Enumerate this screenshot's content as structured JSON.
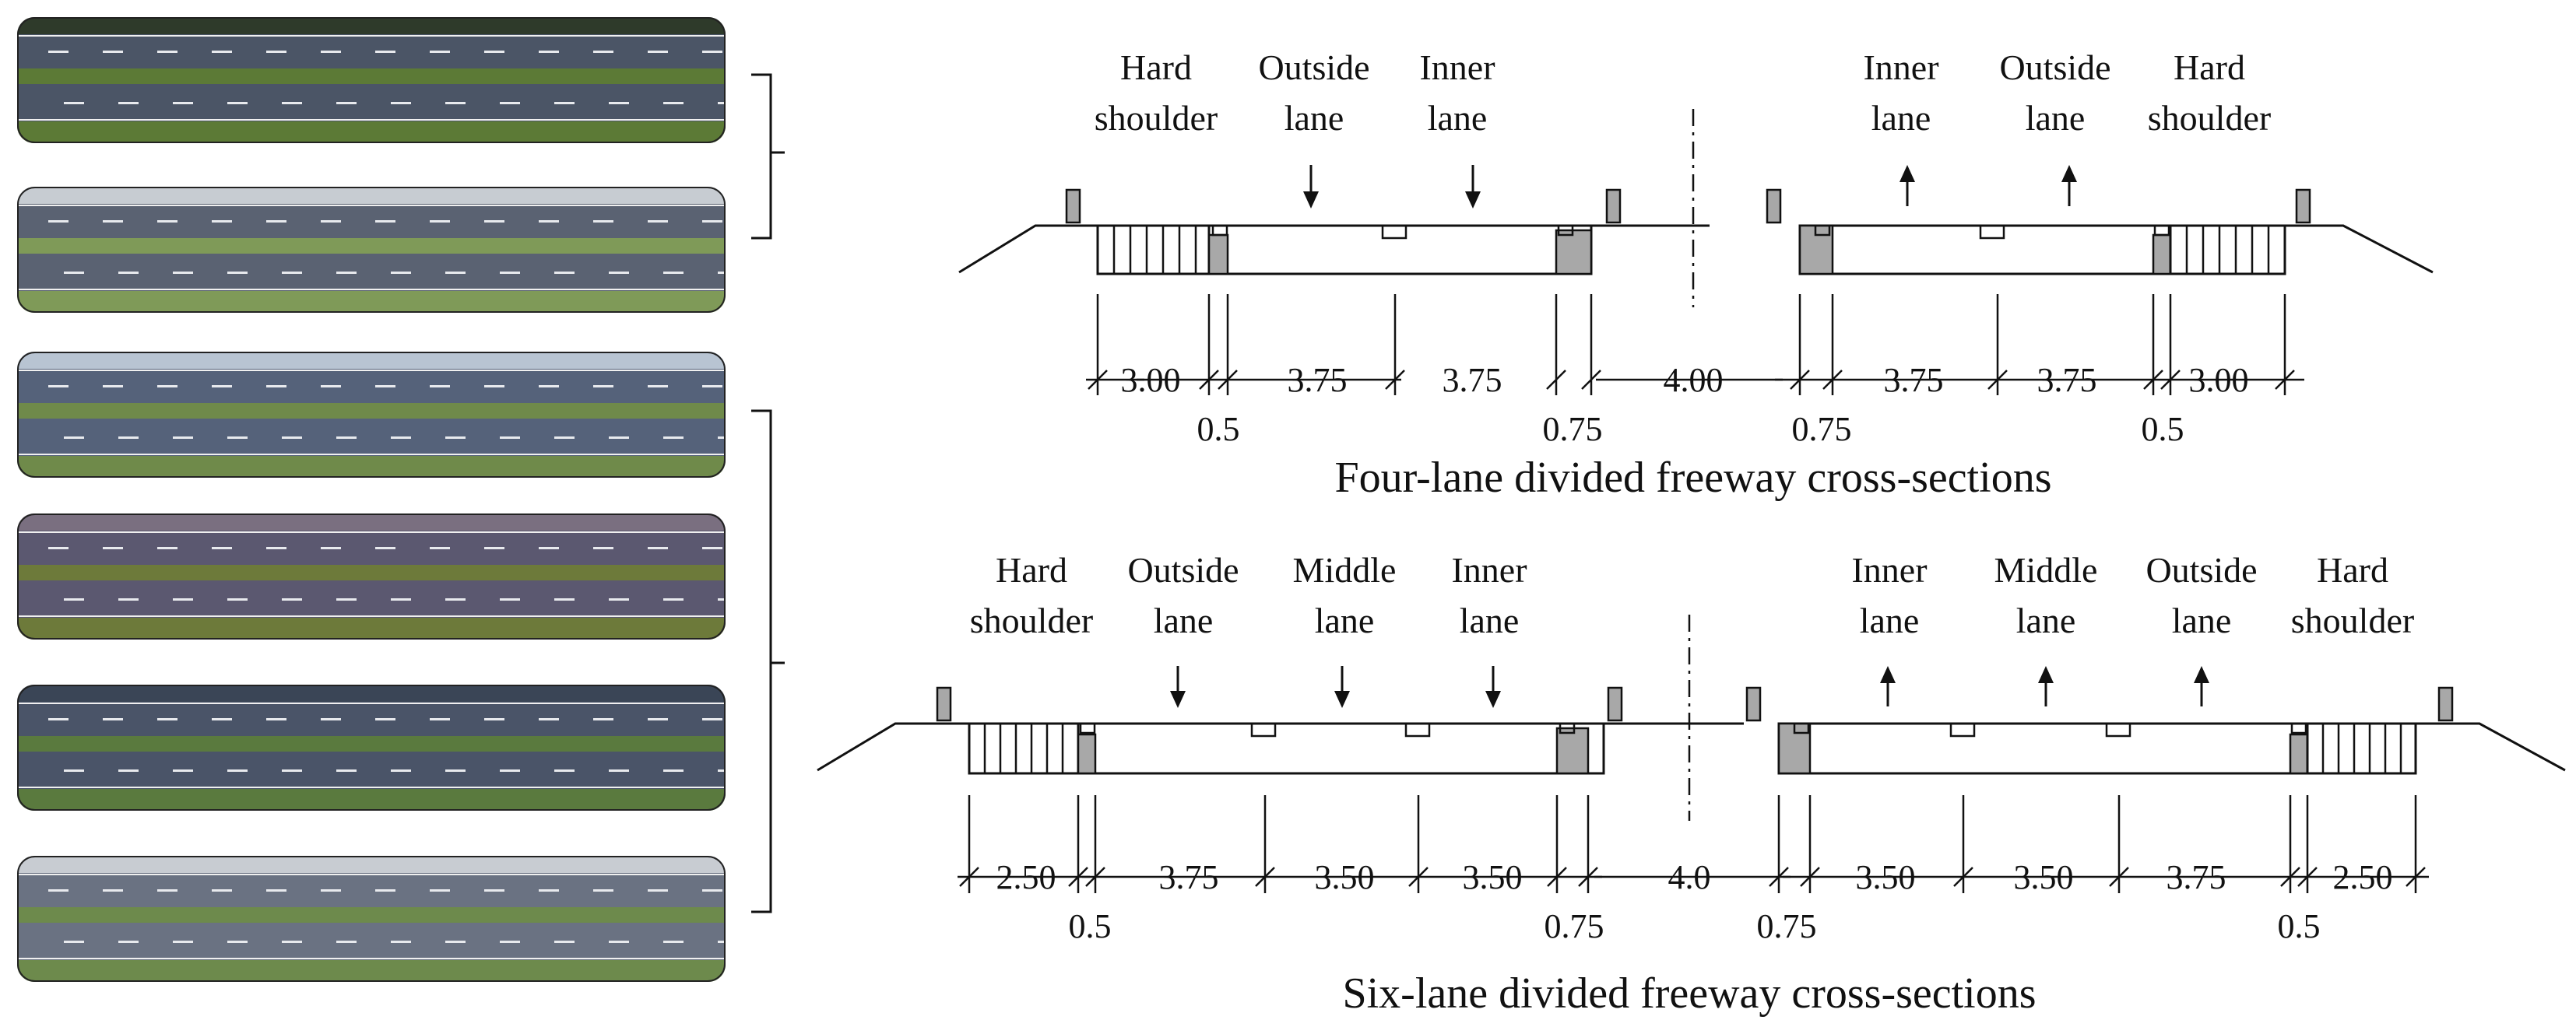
{
  "colors": {
    "line": "#111111",
    "curb_fill": "#a8a8a8",
    "photo_asphalt": "#4a5463",
    "photo_grass": "#5f7a3c",
    "photo_shoulder": "#b9bec4"
  },
  "photos": [
    {
      "style": "dark-green-verge",
      "group": "four-lane"
    },
    {
      "style": "light-verge",
      "group": "four-lane"
    },
    {
      "style": "pale-blue",
      "group": "six-lane"
    },
    {
      "style": "purple-tint",
      "group": "six-lane"
    },
    {
      "style": "dark-blue",
      "group": "six-lane"
    },
    {
      "style": "pale-grey",
      "group": "six-lane"
    }
  ],
  "four_lane": {
    "caption": "Four-lane divided freeway cross-sections",
    "labels_left": [
      [
        "Hard",
        "shoulder"
      ],
      [
        "Outside",
        "lane"
      ],
      [
        "Inner",
        "lane"
      ]
    ],
    "labels_right": [
      [
        "Inner",
        "lane"
      ],
      [
        "Outside",
        "lane"
      ],
      [
        "Hard",
        "shoulder"
      ]
    ],
    "dims_main": [
      "3.00",
      "3.75",
      "3.75",
      "4.00",
      "3.75",
      "3.75",
      "3.00"
    ],
    "dims_sub": [
      "0.5",
      "0.75",
      "0.75",
      "0.5"
    ]
  },
  "six_lane": {
    "caption": "Six-lane divided freeway cross-sections",
    "labels_left": [
      [
        "Hard",
        "shoulder"
      ],
      [
        "Outside",
        "lane"
      ],
      [
        "Middle",
        "lane"
      ],
      [
        "Inner",
        "lane"
      ]
    ],
    "labels_right": [
      [
        "Inner",
        "lane"
      ],
      [
        "Middle",
        "lane"
      ],
      [
        "Outside",
        "lane"
      ],
      [
        "Hard",
        "shoulder"
      ]
    ],
    "dims_main": [
      "2.50",
      "3.75",
      "3.50",
      "3.50",
      "4.0",
      "3.50",
      "3.50",
      "3.75",
      "2.50"
    ],
    "dims_sub": [
      "0.5",
      "0.75",
      "0.75",
      "0.5"
    ]
  }
}
